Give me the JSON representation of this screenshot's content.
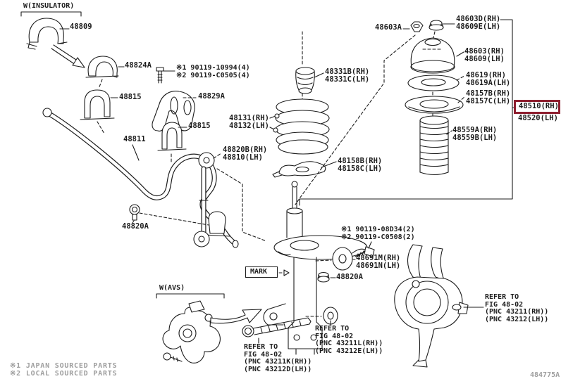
{
  "figure_code": "484775A",
  "colors": {
    "highlight_border": "#8e1f2f",
    "line": "#1c1c1c",
    "muted_text": "#9e9e9e",
    "background": "#ffffff"
  },
  "labels": {
    "note_insulator": "W(INSULATOR)",
    "c48809": "48809",
    "c48824A": "48824A",
    "note_fastener_top": "※1 90119-10994(4)\n※2 90119-C0505(4)",
    "c48815_left": "48815",
    "c48829A": "48829A",
    "c48815_mid": "48815",
    "c48811": "48811",
    "c48820B": "48820B(RH)\n48810(LH)",
    "c48820A_left": "48820A",
    "c48331B": "48331B(RH)\n48331C(LH)",
    "c48131": "48131(RH)\n48132(LH)",
    "c48158B": "48158B(RH)\n48158C(LH)",
    "c48603A": "48603A",
    "c48603D": "48603D(RH)\n48609E(LH)",
    "c48603": "48603(RH)\n48609(LH)",
    "c48619": "48619(RH)\n48619A(LH)",
    "c48157B": "48157B(RH)\n48157C(LH)",
    "c48510_highlighted": "48510(RH)",
    "c48520": "48520(LH)",
    "c48559A": "48559A(RH)\n48559B(LH)",
    "note_fastener_mid": "※1 90119-08D34(2)\n※2 90119-C0508(2)",
    "note_mark": "MARK",
    "c48691M": "48691M(RH)\n48691N(LH)",
    "c48820A_mid": "48820A",
    "note_avs": "W(AVS)",
    "refer_left": "REFER TO\nFIG 48-02\n(PNC 43211K(RH))\n(PNC 43212D(LH))",
    "refer_mid": "REFER TO\nFIG 48-02\n(PNC 43211L(RH))\n(PNC 43212E(LH))",
    "refer_right": "REFER TO\nFIG 48-02\n(PNC 43211(RH))\n(PNC 43212(LH))",
    "footnotes": "※1 JAPAN SOURCED PARTS\n※2 LOCAL SOURCED PARTS"
  }
}
